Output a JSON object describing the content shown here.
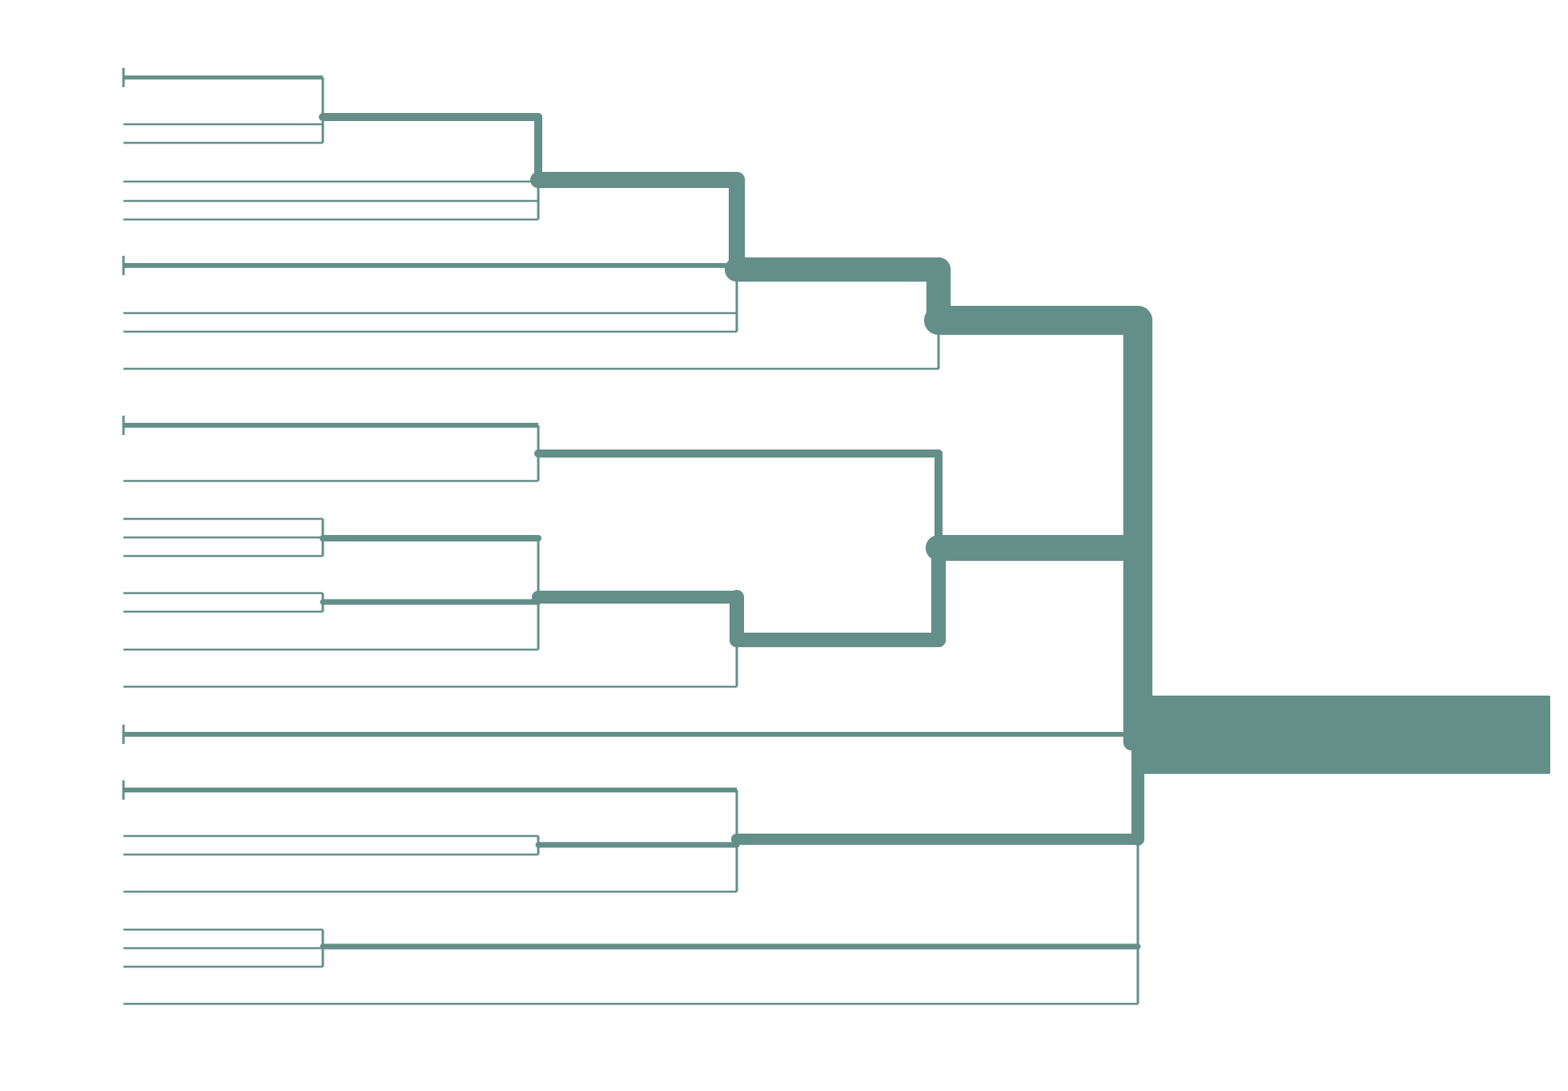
{
  "diagram": {
    "type": "dendrogram",
    "orientation": "right-to-left",
    "line_color": "#648f89",
    "background": "#ffffff",
    "leaf_count": 35,
    "caption": ""
  }
}
